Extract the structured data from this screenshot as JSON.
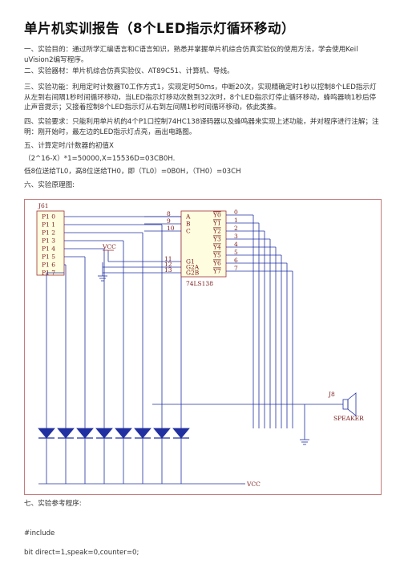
{
  "title": "单片机实训报告（8个LED指示灯循环移动）",
  "sections": {
    "s1": "一、实验目的：通过所学汇编语言和C语言知识，熟悉并掌握单片机综合仿真实验仪的使用方法，学会使用Keil uVision2编写程序。",
    "s2": "二、实验器材：单片机综合仿真实验仪、AT89C51、计算机、导线。",
    "s3": "三、实验功能：利用定时计数器T0工作方式1，实现定时50ms，中断20次，实现精确定时1秒以控制8个LED指示灯从左到右间隔1秒时间循环移动，当LED指示灯移动次数到32次时，8个LED指示灯停止循环移动，蜂鸣器响1秒后停止声音提示；又接着控制8个LED指示灯从右到左间隔1秒时间循环移动，依此类推。",
    "s4": "四、实验要求：只能利用单片机的4个P1口控制74HC138译码器以及蜂鸣器来实现上述功能，并对程序进行注解；注明：刚开始时，最左边的LED指示灯点亮，画出电路图。",
    "s5": "五、计算定时/计数器的初值X",
    "s5a": "（2^16-X）*1=50000,X=15536D=03CB0H.",
    "s5b": "低8位送给TL0，高8位送给TH0，即（TL0）=0B0H，（TH0）=03CH",
    "s6": "六、实验原理图:",
    "s7": "七、实验参考程序:",
    "code1": "#include",
    "code2": "bit direct=1,speak=0,counter=0;"
  },
  "circuit": {
    "j61_label": "J61",
    "p1_pins": [
      "P1 0",
      "P1 1",
      "P1 2",
      "P1 3",
      "P1 4",
      "P1 5",
      "P1 6",
      "P1 7"
    ],
    "vcc_top": "VCC",
    "vcc_bottom": "VCC",
    "ic_in_nums": [
      "8",
      "9",
      "10"
    ],
    "ic_inputs": [
      "A",
      "B",
      "C"
    ],
    "ic_en_nums": [
      "11",
      "12",
      "13"
    ],
    "ic_enables": [
      "G1",
      "G2A",
      "G2B"
    ],
    "ic_outputs": [
      "Y0",
      "Y1",
      "Y2",
      "Y3",
      "Y4",
      "Y5",
      "Y6",
      "Y7"
    ],
    "ic_out_nums": [
      "0",
      "1",
      "2",
      "3",
      "4",
      "5",
      "6",
      "7"
    ],
    "ic_name": "74LS138",
    "j8_label": "J8",
    "speaker_label": "SPEAKER"
  }
}
